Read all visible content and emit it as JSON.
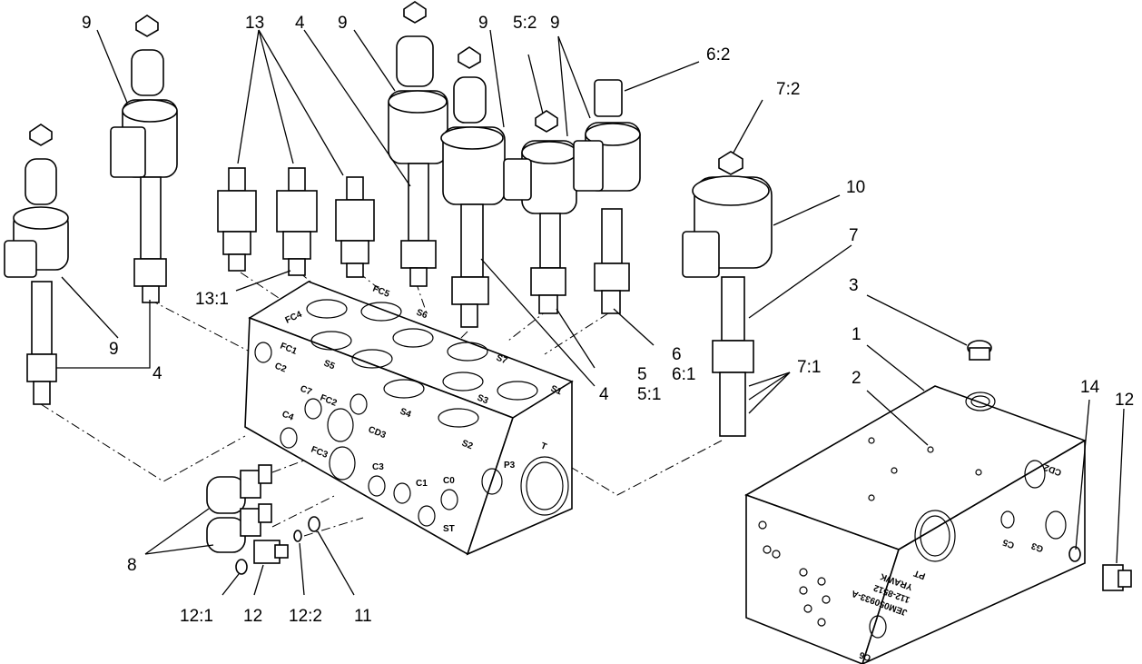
{
  "callouts": [
    "9",
    "13",
    "4",
    "9",
    "9",
    "5:2",
    "9",
    "6:2",
    "7:2",
    "10",
    "7",
    "3",
    "1",
    "2",
    "14",
    "12",
    "9",
    "4",
    "13:1",
    "6",
    "6:1",
    "5",
    "5:1",
    "4",
    "7:1",
    "8",
    "12:1",
    "12",
    "12:2",
    "11"
  ],
  "left_block_ports": [
    "FC5",
    "S6",
    "FC4",
    "FC1",
    "S5",
    "C2",
    "S7",
    "C7",
    "FC2",
    "S1",
    "C4",
    "CD3",
    "S4",
    "S3",
    "S2",
    "T",
    "FC3",
    "P3",
    "C3",
    "C1",
    "C0",
    "ST"
  ],
  "right_block_ports": [
    "CD2",
    "C5",
    "G3",
    "C6"
  ],
  "right_block_marking": [
    "JEM050933-A",
    "112-8512",
    "YRAWK",
    "PT"
  ]
}
